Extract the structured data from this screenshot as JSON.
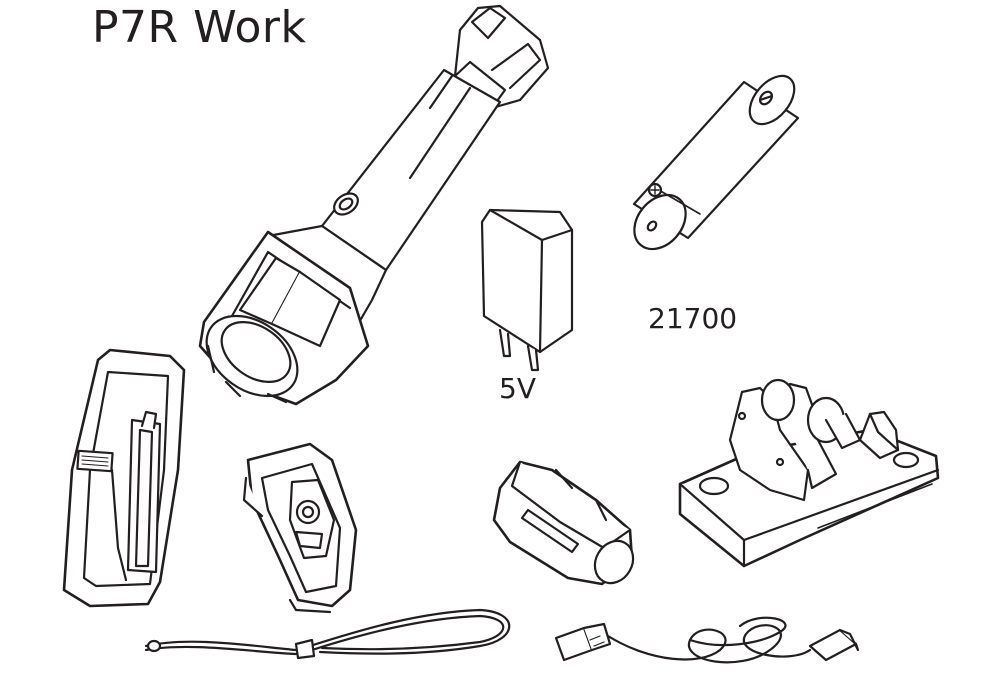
{
  "title": "P7R Work",
  "labels": {
    "battery": "21700",
    "charger": "5V"
  },
  "colors": {
    "line": "#231f20",
    "fill": "#ffffff",
    "shade": "#d9d9d9"
  }
}
